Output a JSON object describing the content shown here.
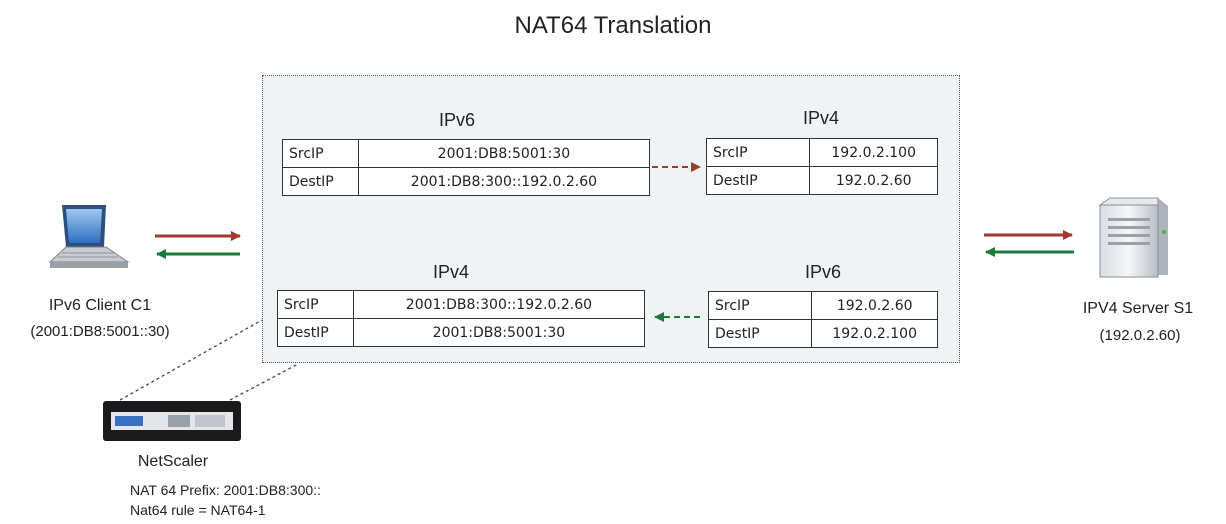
{
  "title": "NAT64 Translation",
  "colors": {
    "forward_arrow": "#a33a2e",
    "return_arrow": "#1e7a3a",
    "panel_fill": "#f0f3f6"
  },
  "client": {
    "name": "IPv6 Client C1",
    "address": "(2001:DB8:5001::30)",
    "icon": "laptop-icon"
  },
  "server": {
    "name": "IPV4 Server S1",
    "address": "(192.0.2.60)",
    "icon": "server-icon"
  },
  "appliance": {
    "name": "NetScaler",
    "icon": "appliance-icon",
    "prefix_line": "NAT 64 Prefix: 2001:DB8:300::",
    "rule_line": "Nat64 rule = NAT64-1"
  },
  "tables": {
    "top_left": {
      "heading": "IPv6",
      "rows": [
        {
          "key": "SrcIP",
          "value": "2001:DB8:5001:30"
        },
        {
          "key": "DestIP",
          "value": "2001:DB8:300::192.0.2.60"
        }
      ]
    },
    "top_right": {
      "heading": "IPv4",
      "rows": [
        {
          "key": "SrcIP",
          "value": "192.0.2.100"
        },
        {
          "key": "DestIP",
          "value": "192.0.2.60"
        }
      ]
    },
    "bottom_left": {
      "heading": "IPv4",
      "rows": [
        {
          "key": "SrcIP",
          "value": "2001:DB8:300::192.0.2.60"
        },
        {
          "key": "DestIP",
          "value": "2001:DB8:5001:30"
        }
      ]
    },
    "bottom_right": {
      "heading": "IPv6",
      "rows": [
        {
          "key": "SrcIP",
          "value": "192.0.2.60"
        },
        {
          "key": "DestIP",
          "value": "192.0.2.100"
        }
      ]
    }
  }
}
